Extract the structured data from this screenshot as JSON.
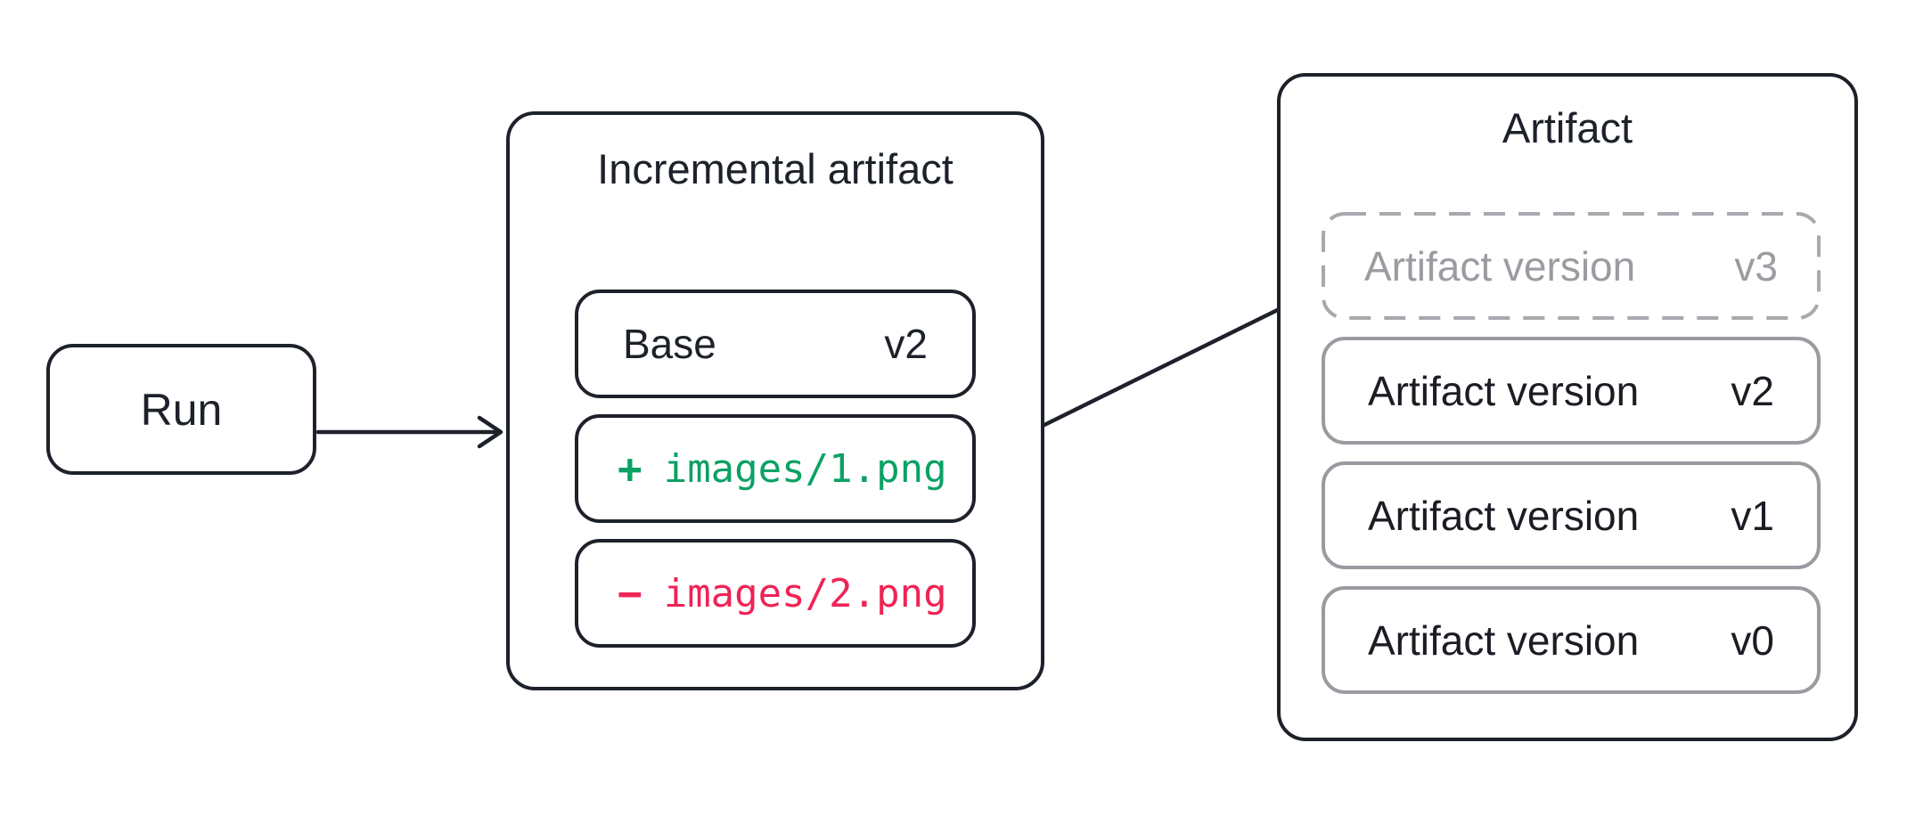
{
  "diagram": {
    "run": {
      "label": "Run"
    },
    "incremental": {
      "title": "Incremental artifact",
      "base": {
        "label": "Base",
        "version": "v2"
      },
      "added": {
        "sign": "+",
        "path": "images/1.png"
      },
      "removed": {
        "sign": "−",
        "path": "images/2.png"
      }
    },
    "artifact": {
      "title": "Artifact",
      "pending": {
        "label": "Artifact version",
        "version": "v3"
      },
      "versions": [
        {
          "label": "Artifact version",
          "version": "v2"
        },
        {
          "label": "Artifact version",
          "version": "v1"
        },
        {
          "label": "Artifact version",
          "version": "v0"
        }
      ]
    },
    "colors": {
      "ink": "#1d2129",
      "added_green": "#0ca164",
      "removed_red": "#ee2456",
      "gray_border": "#9a9aa0",
      "gray_dashed_border": "#a8a8ae",
      "gray_text": "#9b9ba1"
    }
  }
}
